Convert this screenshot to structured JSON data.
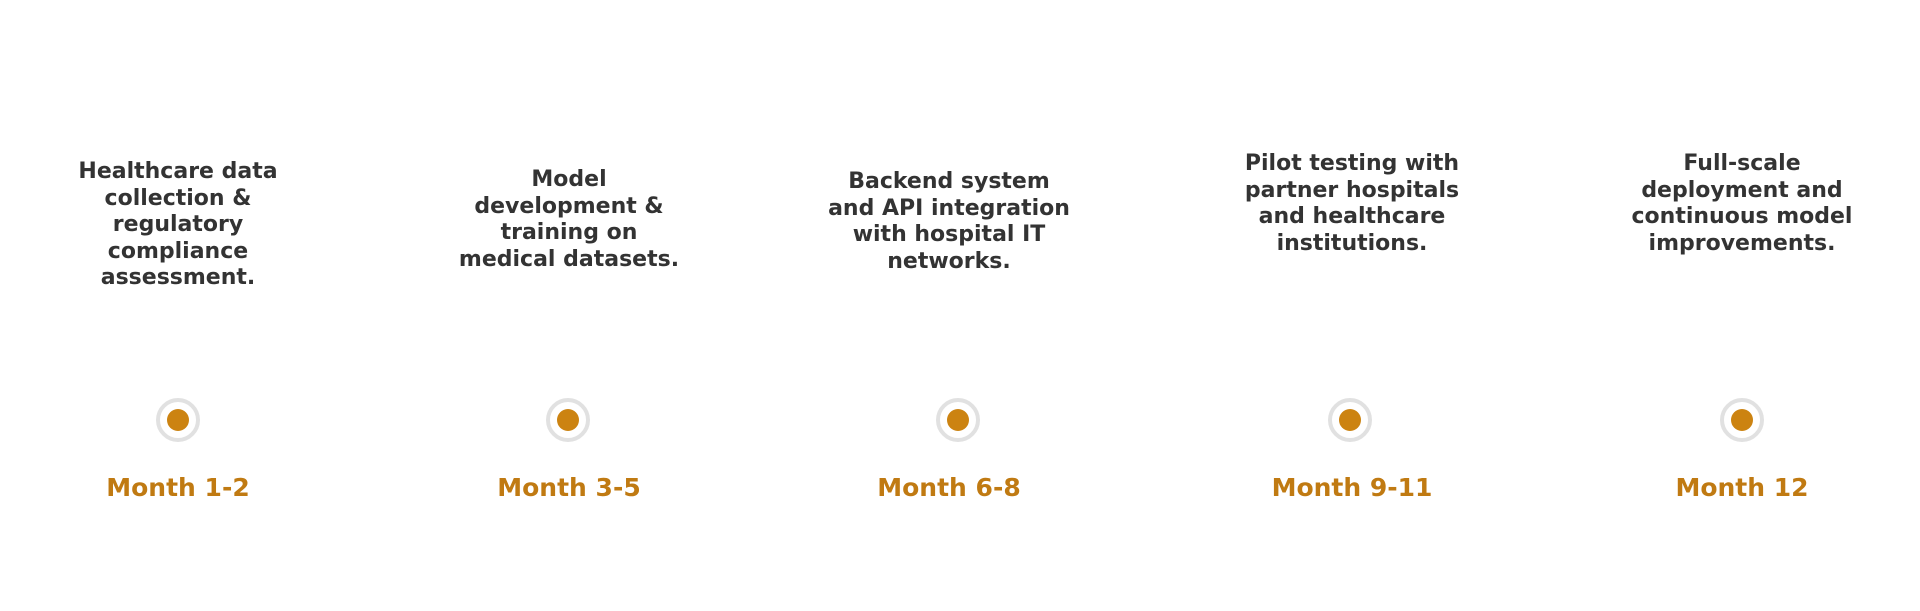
{
  "colors": {
    "accent": "#cc8311",
    "label": "#c07a12",
    "text": "#333333",
    "ring": "#e1e1e1"
  },
  "timeline": {
    "stages": [
      {
        "label": "Month 1-2",
        "lines": [
          "Healthcare data",
          "collection &",
          "regulatory",
          "compliance",
          "assessment."
        ],
        "icon": "timeline-dot-icon"
      },
      {
        "label": "Month 3-5",
        "lines": [
          "Model",
          "development &",
          "training on",
          "medical datasets."
        ],
        "icon": "timeline-dot-icon"
      },
      {
        "label": "Month 6-8",
        "lines": [
          "Backend system",
          "and API integration",
          "with hospital IT",
          "networks."
        ],
        "icon": "timeline-dot-icon"
      },
      {
        "label": "Month 9-11",
        "lines": [
          "Pilot testing with",
          "partner hospitals",
          "and healthcare",
          "institutions."
        ],
        "icon": "timeline-dot-icon"
      },
      {
        "label": "Month 12",
        "lines": [
          "Full-scale",
          "deployment and",
          "continuous model",
          "improvements."
        ],
        "icon": "timeline-dot-icon"
      }
    ]
  }
}
